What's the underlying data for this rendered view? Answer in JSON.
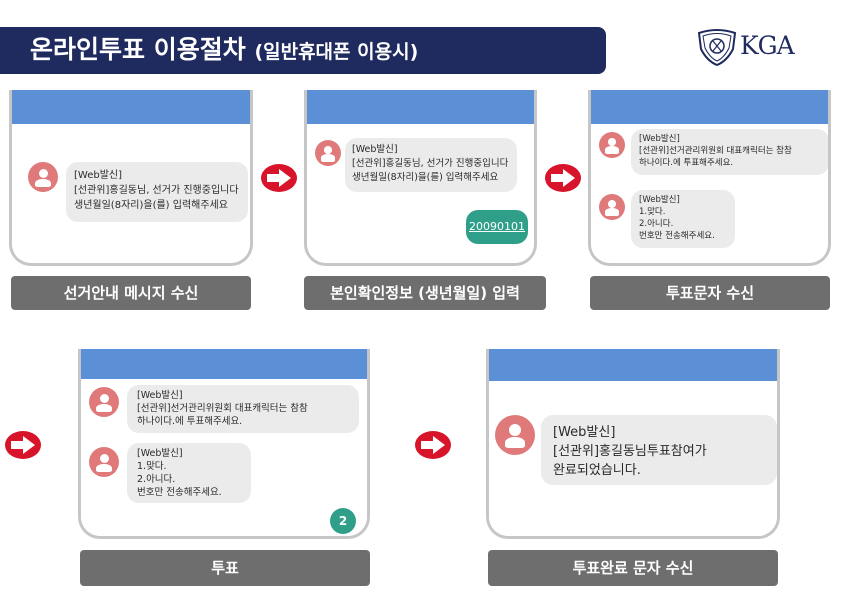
{
  "header": {
    "title": "온라인투표 이용절차",
    "subtitle": "(일반휴대폰 이용시)",
    "logo_text": "KGA",
    "logo_icon": "kga-shield-emblem-icon"
  },
  "steps": [
    {
      "label": "선거안내 메시지 수신",
      "message": {
        "sender": "[Web발신]",
        "line1": "[선관위]홍길동님, 선거가 진행중입니다",
        "line2": "생년월일(8자리)을(를) 입력해주세요"
      }
    },
    {
      "label": "본인확인정보 (생년월일) 입력",
      "message": {
        "sender": "[Web발신]",
        "line1": "[선관위]홍길동님, 선거가 진행중입니다",
        "line2": "생년월일(8자리)을(를) 입력해주세요"
      },
      "reply": "20090101"
    },
    {
      "label": "투표문자 수신",
      "message1": {
        "sender": "[Web발신]",
        "line1": "[선관위]선거관리위원회 대표캐릭터는 참참",
        "line2": "하나이다.에 투표해주세요."
      },
      "message2": {
        "sender": "[Web발신]",
        "line1": "1.맞다.",
        "line2": "2.아니다.",
        "line3": "번호만 전송해주세요."
      }
    },
    {
      "label": "투표",
      "message1": {
        "sender": "[Web발신]",
        "line1": "[선관위]선거관리위원회 대표캐릭터는 참참",
        "line2": "하나이다.에 투표해주세요."
      },
      "message2": {
        "sender": "[Web발신]",
        "line1": "1.맞다.",
        "line2": "2.아니다.",
        "line3": "번호만 전송해주세요."
      },
      "reply": "2"
    },
    {
      "label": "투표완료 문자 수신",
      "message": {
        "sender": "[Web발신]",
        "line1": "[선관위]홍길동님투표참여가",
        "line2": "완료되었습니다."
      }
    }
  ],
  "colors": {
    "title_bg": "#1f2a5e",
    "phone_bar": "#5b8fd6",
    "avatar": "#e07a7a",
    "reply": "#2f9f8a",
    "label_bg": "#6e6e6e",
    "arrow": "#d8142b"
  }
}
